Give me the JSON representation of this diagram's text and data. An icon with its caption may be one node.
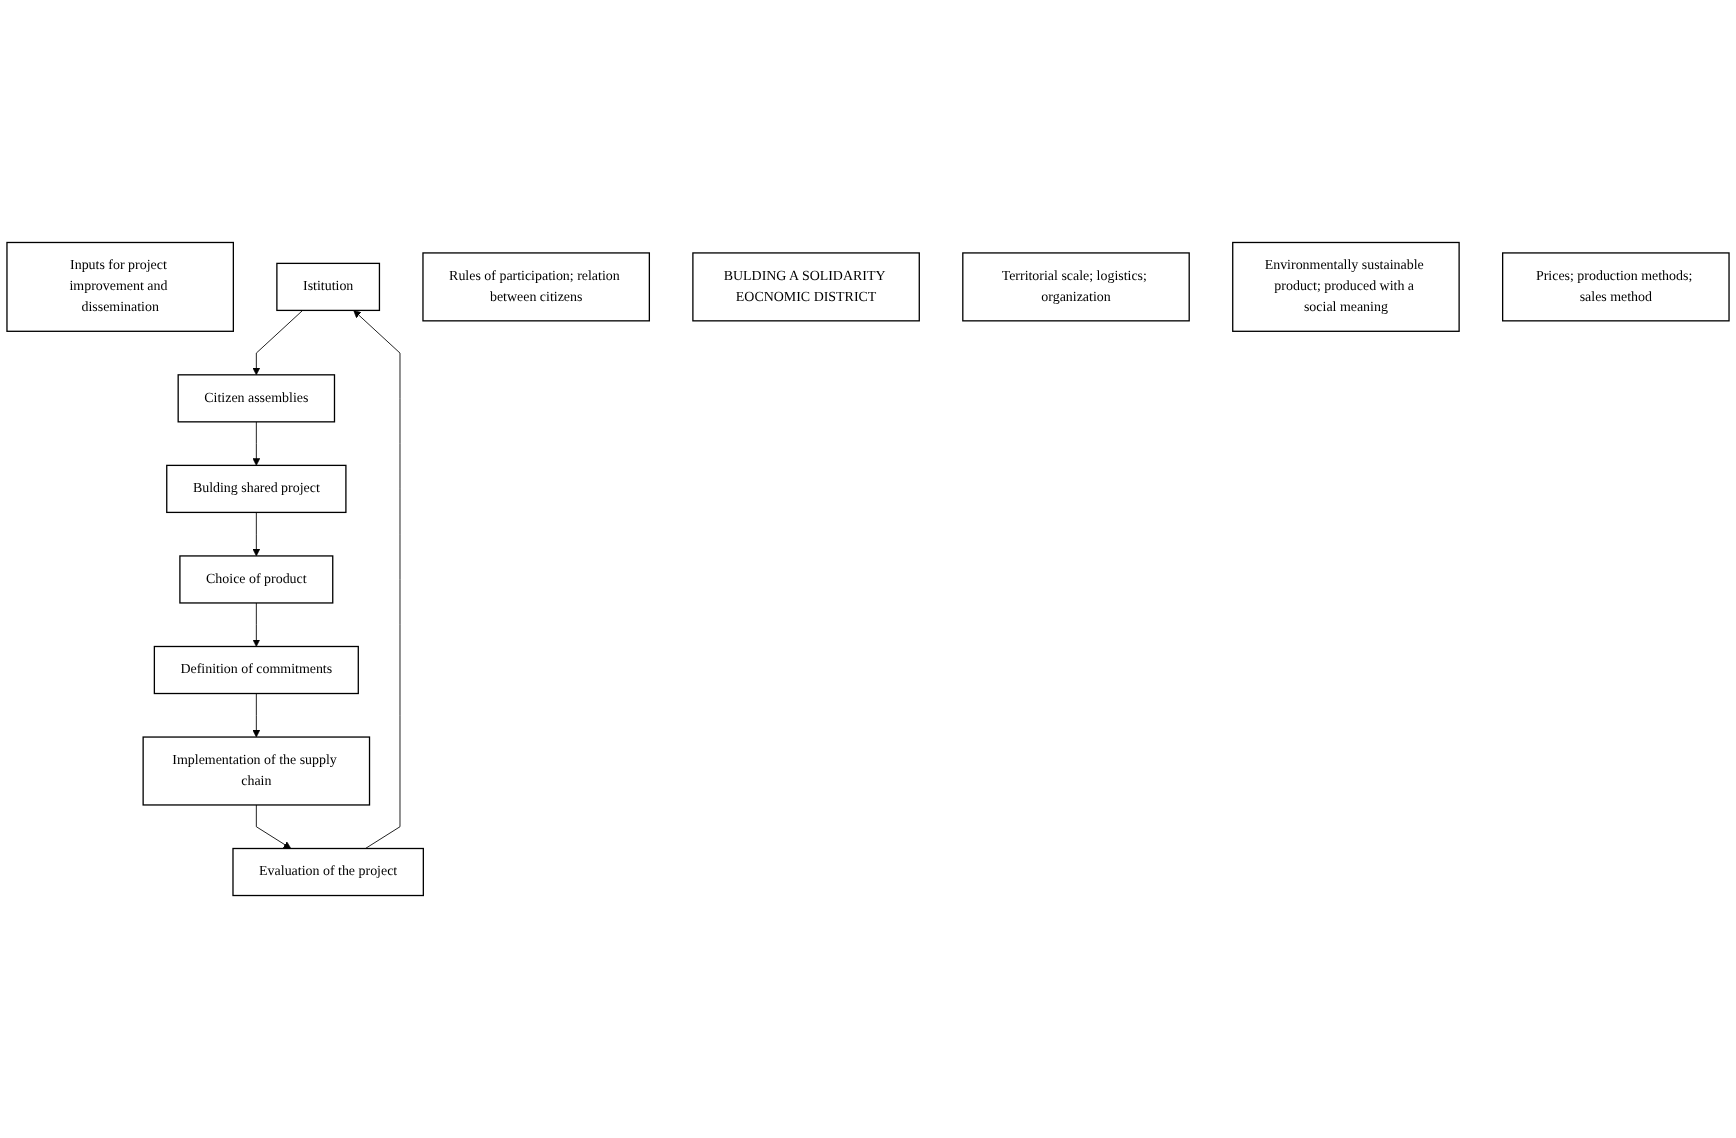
{
  "diagram": {
    "nodes": [
      {
        "text": [
          "Inputs for project improvement and dissemination"
        ]
      },
      {
        "text": [
          "Istitution"
        ]
      },
      {
        "text": [
          "Rules of participation; relation between citizens"
        ]
      },
      {
        "text": [
          "Evaluation of the project"
        ]
      },
      {
        "text": [
          "Citizen assemblies"
        ]
      },
      {
        "text": [
          "BULDING A SOLIDARITY EOCNOMIC DISTRICT"
        ]
      },
      {
        "text": [
          "Bulding shared project"
        ]
      },
      {
        "text": [
          "Implementation of the supply chain"
        ]
      },
      {
        "text": [
          "Choice of product"
        ]
      },
      {
        "text": [
          "Territorial scale; logistics; organization"
        ]
      },
      {
        "text": [
          "Definition of commitments"
        ]
      },
      {
        "text": [
          "Environmentally sustainable product; produced with a social meaning"
        ]
      },
      {
        "text": [
          "Prices; production methods; sales method"
        ]
      }
    ],
    "edges": [
      {
        "from": 3,
        "to": 1,
        "arrow": "to"
      },
      {
        "from": 1,
        "to": 4,
        "arrow": "to"
      },
      {
        "from": 4,
        "to": 6,
        "arrow": "to"
      },
      {
        "from": 6,
        "to": 8,
        "arrow": "to"
      },
      {
        "from": 8,
        "to": 10,
        "arrow": "to"
      },
      {
        "from": 10,
        "to": 7,
        "arrow": "to"
      },
      {
        "from": 7,
        "to": 3,
        "arrow": "to"
      }
    ]
  }
}
